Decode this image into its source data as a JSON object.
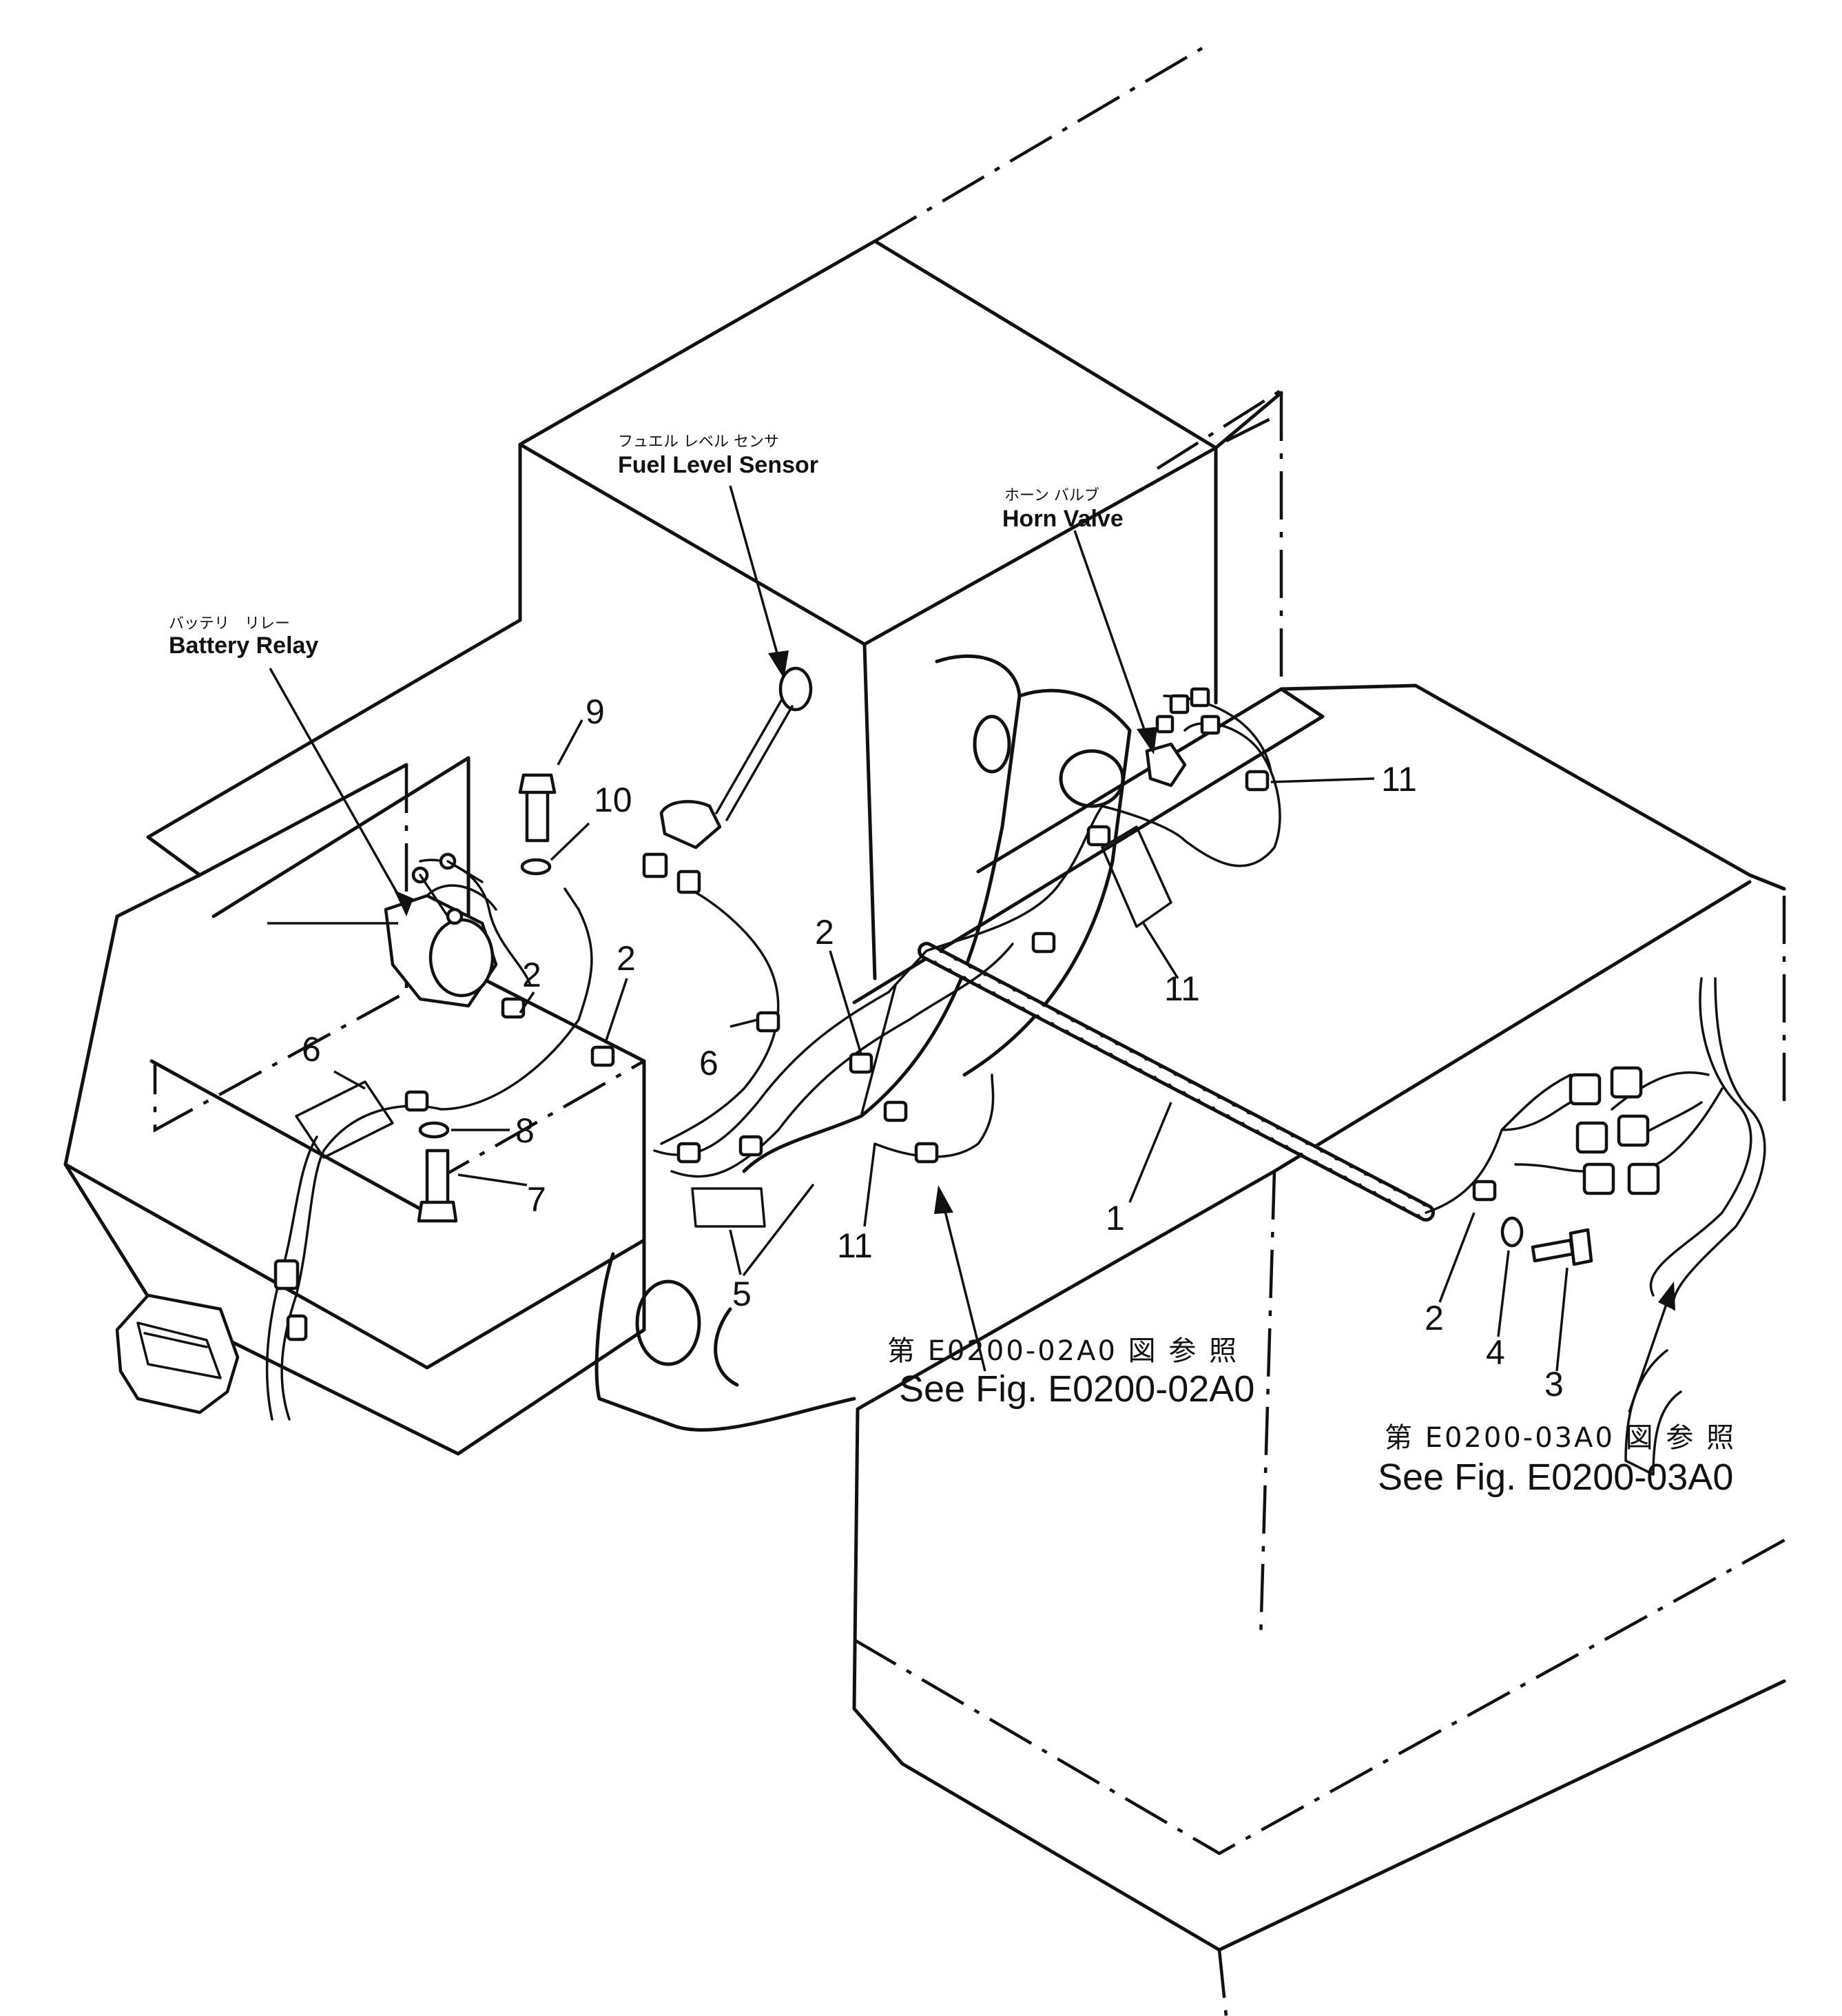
{
  "labels": {
    "battery_relay_jp": "バッテリ　リレー",
    "battery_relay_en": "Battery Relay",
    "fuel_sensor_jp": "フュエル レベル センサ",
    "fuel_sensor_en": "Fuel Level Sensor",
    "horn_valve_jp": "ホーン バルブ",
    "horn_valve_en": "Horn Valve",
    "ref_02_jp": "第 E0200-02A0 図 参 照",
    "ref_02_en": "See Fig.  E0200-02A0",
    "ref_03_jp": "第 E0200-03A0 図 参 照",
    "ref_03_en": "See Fig.  E0200-03A0"
  },
  "callouts": {
    "c1": "1",
    "c2a": "2",
    "c2b": "2",
    "c2c": "2",
    "c2d": "2",
    "c3": "3",
    "c4": "4",
    "c5": "5",
    "c6a": "6",
    "c6b": "6",
    "c7": "7",
    "c8": "8",
    "c9": "9",
    "c10": "10",
    "c11a": "11",
    "c11b": "11",
    "c11c": "11"
  }
}
